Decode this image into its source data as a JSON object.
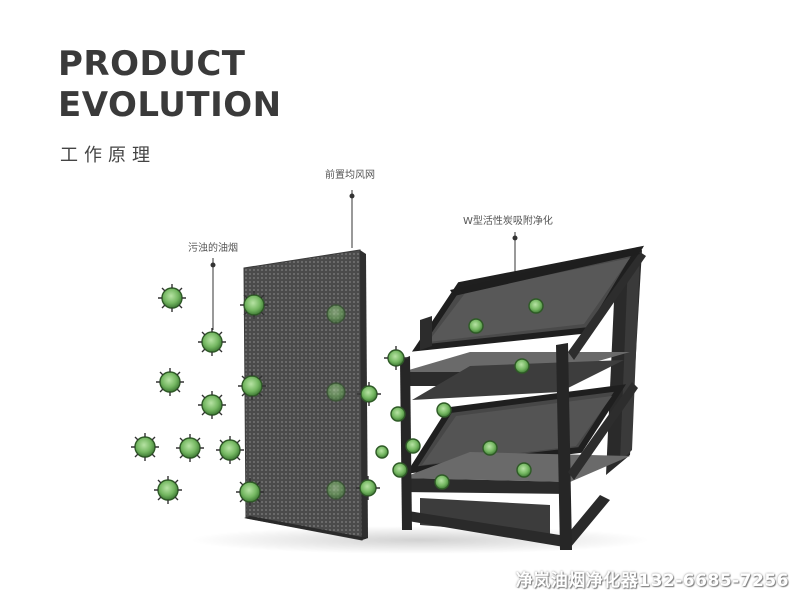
{
  "header": {
    "title_line1": "PRODUCT",
    "title_line2": "EVOLUTION",
    "subtitle": "工作原理"
  },
  "labels": {
    "front_mesh": "前置均风网",
    "oil_fumes": "污浊的油烟",
    "carbon_filter": "W型活性炭吸附净化"
  },
  "watermark": "净岚油烟净化器132-6685-7256",
  "colors": {
    "accent_green": "#7fbf6e",
    "frame_dark": "#2a2a2a",
    "mesh_dark": "#4a4a4a"
  }
}
